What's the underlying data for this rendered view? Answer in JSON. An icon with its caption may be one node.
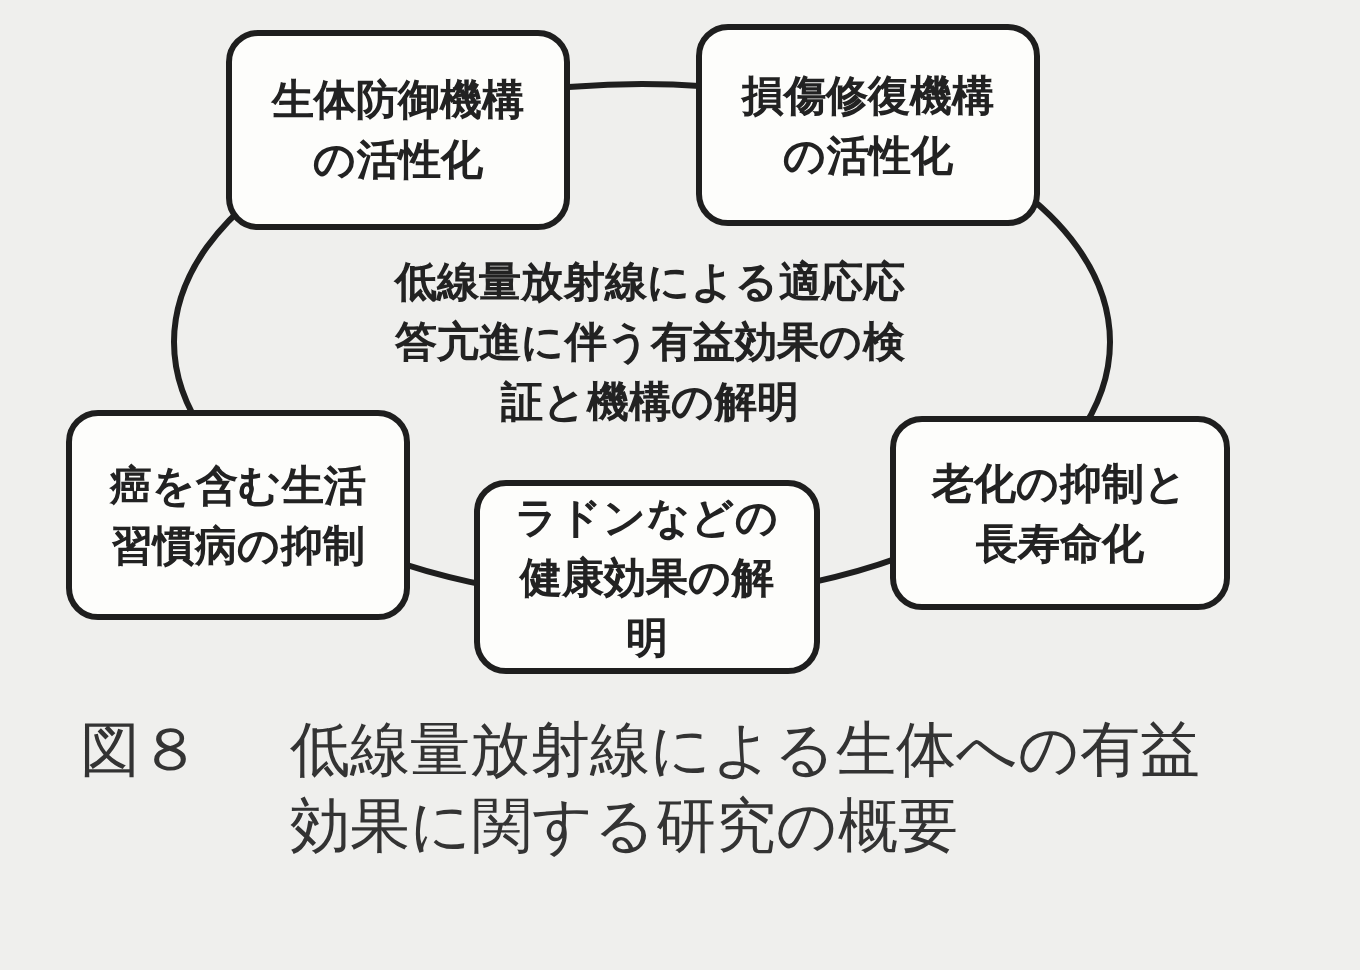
{
  "diagram": {
    "caption": "低線量放射線による生体への有益効果に関する研究の概要",
    "nodes": [
      {
        "text": [
          "低線量放射線による適応応答亢進に伴う有益効果の検証と機構の解明"
        ]
      },
      {
        "text": [
          "生体防御機構の活性化"
        ]
      },
      {
        "text": [
          "損傷修復機構の活性化"
        ]
      },
      {
        "text": [
          "癌を含む生活習慣病の抑制"
        ]
      },
      {
        "text": [
          "ラドンなどの健康効果の解明"
        ]
      },
      {
        "text": [
          "老化の抑制と長寿命化"
        ]
      }
    ],
    "labels": [
      "図８"
    ]
  }
}
